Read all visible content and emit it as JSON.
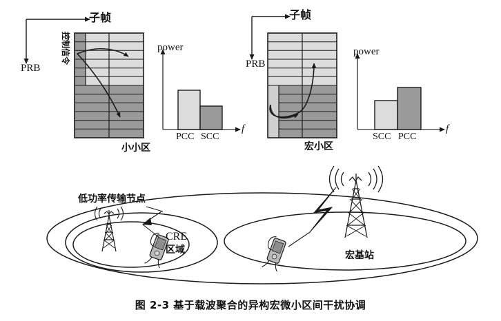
{
  "figure": {
    "caption": "图 2-3  基于载波聚合的异构宏微小区间干扰协调",
    "caption_number": "图 2-3",
    "caption_title": "基于载波聚合的异构宏微小区间干扰协调"
  },
  "panels": {
    "small_cell": {
      "cell_label": "小小区",
      "axis_time_label": "子帧",
      "axis_freq_label": "PRB",
      "control_channel_label": "控制信令",
      "grid": {
        "rows": 12,
        "cols": 2,
        "light_rows": 6,
        "dark_rows": 6,
        "control_column_shade": "dark",
        "control_column_rows": 6,
        "control_column_position": "top-left"
      },
      "power_chart": {
        "ylabel": "power",
        "xlabel": "f",
        "bars": [
          {
            "label": "PCC",
            "value": 72,
            "shade": "light"
          },
          {
            "label": "SCC",
            "value": 42,
            "shade": "dark"
          }
        ]
      }
    },
    "macro_cell": {
      "cell_label": "宏小区",
      "axis_time_label": "子帧",
      "axis_freq_label": "PRB",
      "grid": {
        "rows": 12,
        "cols": 2,
        "light_rows": 6,
        "dark_rows": 6,
        "control_column_shade": "light",
        "control_column_rows": 6,
        "control_column_position": "bottom-left"
      },
      "power_chart": {
        "ylabel": "power",
        "xlabel": "f",
        "bars": [
          {
            "label": "SCC",
            "value": 52,
            "shade": "light"
          },
          {
            "label": "PCC",
            "value": 76,
            "shade": "dark"
          }
        ]
      }
    }
  },
  "network": {
    "low_power_node_label": "低功率传输节点",
    "cre_label_line1": "CRE",
    "cre_label_line2": "区域",
    "macro_bs_label": "宏基站"
  },
  "colors": {
    "light_gray": "#dcdcdc",
    "dark_gray": "#9a9a9a",
    "stroke": "#1a1a1a",
    "background": "#ffffff"
  }
}
